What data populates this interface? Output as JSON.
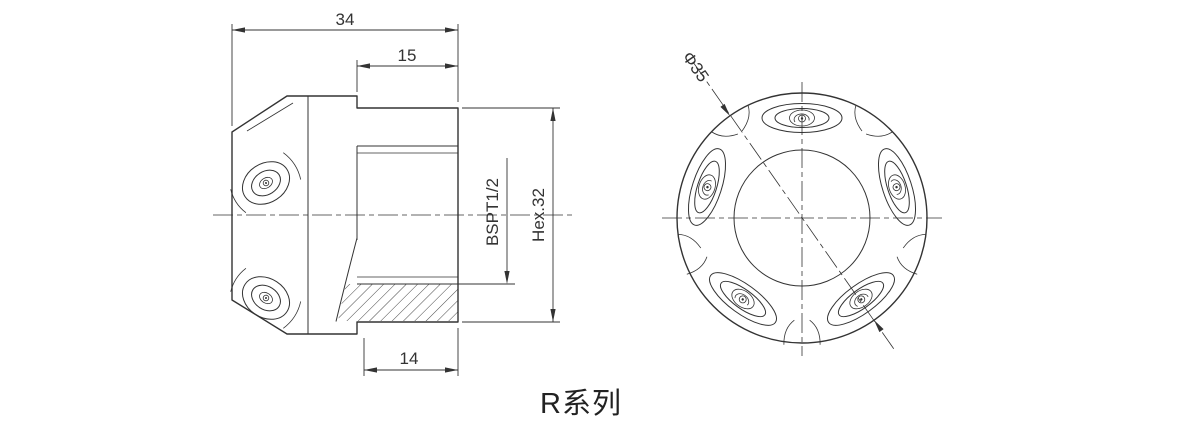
{
  "drawing": {
    "series_label": "R系列",
    "side_view": {
      "dim_overall_length": "34",
      "dim_thread_depth": "15",
      "dim_bottom": "14",
      "thread_label": "BSPT1/2",
      "hex_label": "Hex.32"
    },
    "front_view": {
      "dim_diameter": "Φ35"
    }
  },
  "colors": {
    "line": "#333333",
    "background": "#ffffff"
  }
}
